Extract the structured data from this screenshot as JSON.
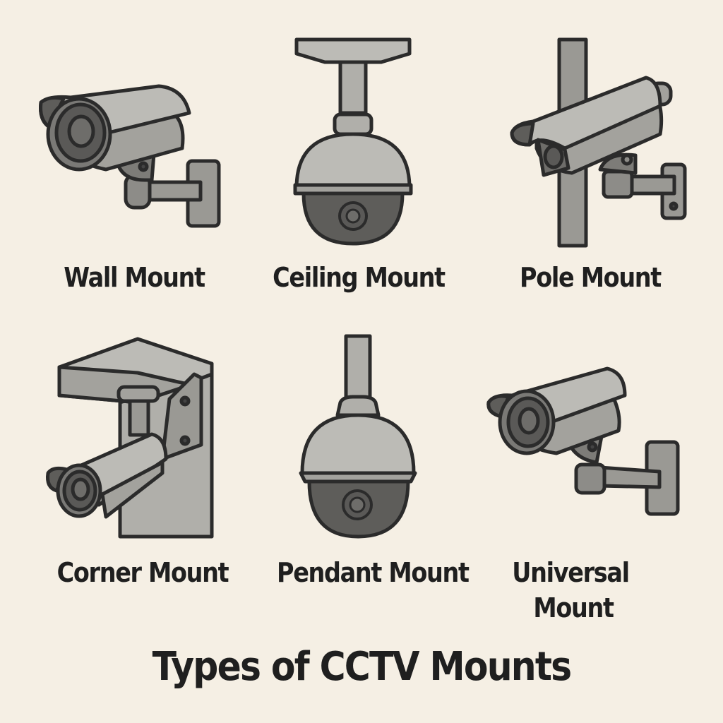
{
  "title": "Types of CCTV Mounts",
  "colors": {
    "background": "#f5efe4",
    "outline": "#2b2b2b",
    "body_light": "#b9b8b2",
    "body_mid": "#9a9994",
    "body_dark": "#6d6c69",
    "lens_dark": "#555553",
    "text": "#1f1f1f"
  },
  "mounts": [
    {
      "id": "wall",
      "label": "Wall Mount",
      "icon": "bullet-camera-wall-bracket-icon"
    },
    {
      "id": "ceiling",
      "label": "Ceiling Mount",
      "icon": "dome-camera-ceiling-plate-icon"
    },
    {
      "id": "pole",
      "label": "Pole Mount",
      "icon": "bullet-camera-on-pole-icon"
    },
    {
      "id": "corner",
      "label": "Corner Mount",
      "icon": "bullet-camera-corner-bracket-icon"
    },
    {
      "id": "pendant",
      "label": "Pendant Mount",
      "icon": "dome-camera-pendant-icon"
    },
    {
      "id": "universal",
      "label_line1": "Universal",
      "label_line2": "Mount",
      "icon": "bullet-camera-universal-bracket-icon"
    }
  ]
}
